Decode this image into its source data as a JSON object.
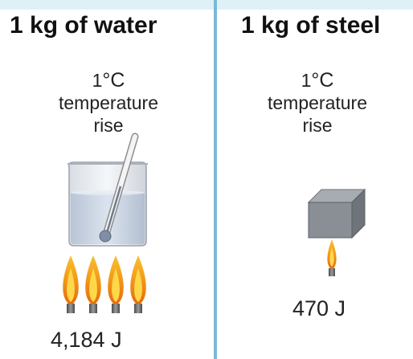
{
  "colors": {
    "top_band": "#dff1f7",
    "divider": "#7ab9d6",
    "flame_outer": "#f28a12",
    "flame_inner": "#ffd23a",
    "water": "#c9d4e3",
    "steel": "#8a8f95"
  },
  "water_panel": {
    "heading": "1 kg of water",
    "temp_value": "1",
    "temp_unit": "°C",
    "temp_line2": "temperature",
    "temp_line3": "rise",
    "energy": "4,184 J",
    "flame_count": 4
  },
  "steel_panel": {
    "heading": "1 kg of steel",
    "temp_value": "1",
    "temp_unit": "°C",
    "temp_line2": "temperature",
    "temp_line3": "rise",
    "energy": "470 J",
    "flame_count": 1
  }
}
